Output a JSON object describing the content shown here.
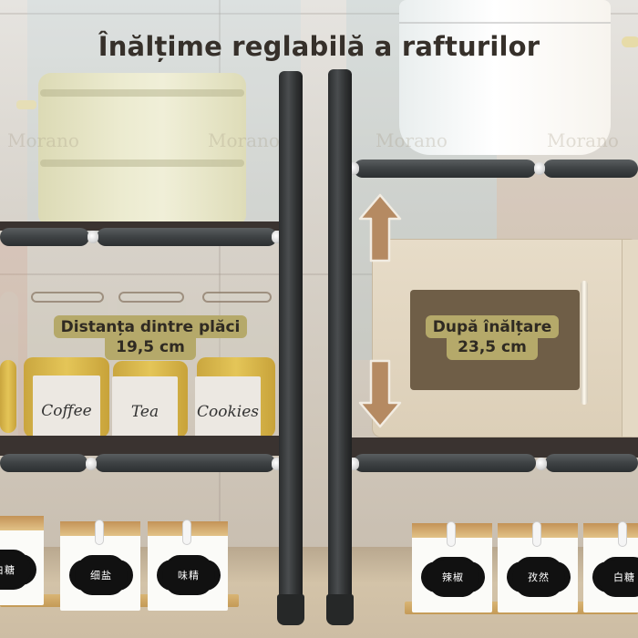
{
  "title": "Înălțime reglabilă a rafturilor",
  "left_badge": {
    "line1": "Distanța dintre plăci",
    "line2": "19,5 cm"
  },
  "right_badge": {
    "line1": "După înălțare",
    "line2": "23,5 cm"
  },
  "jar_labels": [
    "Coffee",
    "Tea",
    "Cookies"
  ],
  "spice_labels_left": [
    "白糖",
    "细盐",
    "味精"
  ],
  "spice_labels_right": [
    "辣椒",
    "孜然",
    "白糖"
  ],
  "watermark": "Morano",
  "icons": {
    "up_arrow": "arrow-up",
    "down_arrow": "arrow-down"
  },
  "colors": {
    "badge_bg": "#b5a96a",
    "text_dark": "#36302a",
    "arrow_fill": "#b58a62",
    "shelf_metal": "#3e4244"
  }
}
